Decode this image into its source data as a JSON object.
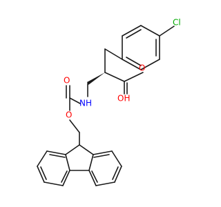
{
  "molecule": {
    "atoms": {
      "chlorine": "Cl",
      "hydroxyl": "OH",
      "carbonyl_oxygen_acid": "O",
      "amine": "NH",
      "carbonyl_oxygen_carbamate": "O",
      "ester_oxygen": "O"
    },
    "colors": {
      "bond": "#1a1a1a",
      "oxygen": "#ff0000",
      "nitrogen": "#0000ff",
      "chlorine": "#00aa00"
    }
  }
}
